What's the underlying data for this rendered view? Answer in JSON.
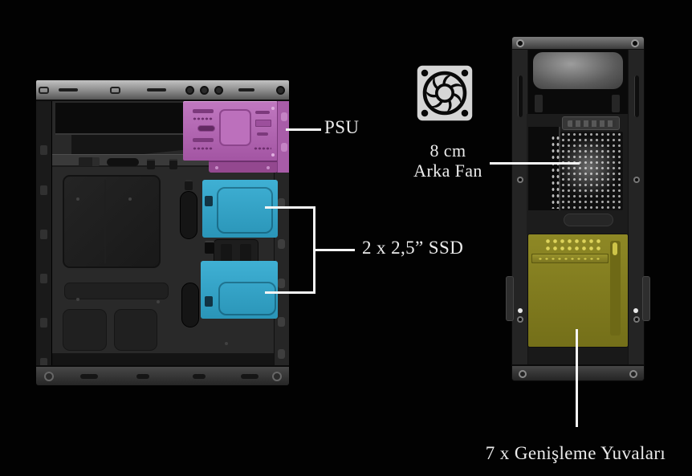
{
  "labels": {
    "psu": "PSU",
    "rear_fan_line1": "8 cm",
    "rear_fan_line2": "Arka Fan",
    "ssd": "2 x 2,5” SSD",
    "expansion": "7 x Genişleme Yuvaları"
  },
  "icons": {
    "fan": "fan-icon"
  },
  "highlight_colors": {
    "psu": "#b366b3",
    "ssd": "#35a6ca",
    "expansion": "#8a8424"
  },
  "style": {
    "background": "#020202",
    "callout_line_color": "#f5f5f5",
    "label_text_color": "#ececec"
  },
  "rear_view": {
    "expansion_slot_count": 7
  }
}
